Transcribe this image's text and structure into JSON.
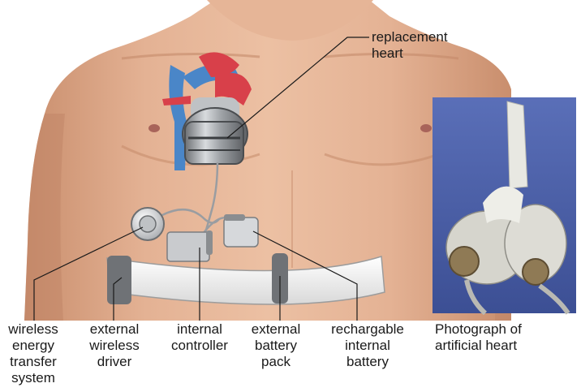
{
  "labels": {
    "replacement_heart": "replacement\nheart",
    "wireless_energy": "wireless\nenergy\ntransfer\nsystem",
    "external_wireless_driver": "external\nwireless\ndriver",
    "internal_controller": "internal\ncontroller",
    "external_battery_pack": "external\nbattery\npack",
    "rechargeable_battery": "rechargable\ninternal\nbattery",
    "photo_caption": "Photograph of\nartificial heart"
  },
  "colors": {
    "skin": "#e8b99a",
    "skin_shadow": "#c98e6d",
    "photo_bg": "#4a5ea8",
    "belt": "#f2f2f2",
    "metal": "#a9acb0",
    "vein": "#4a86c8",
    "artery": "#d8404a"
  }
}
